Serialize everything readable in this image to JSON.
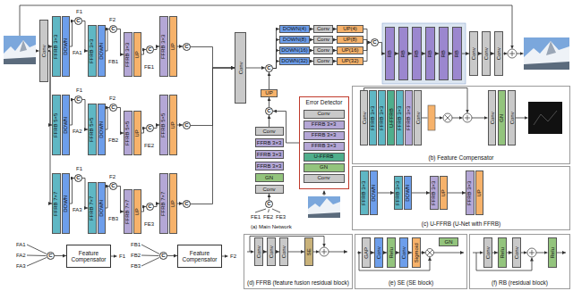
{
  "diagram": {
    "nodes": [
      {
        "text": [
          "Conv"
        ]
      },
      {
        "text": [
          "FFRB 3×3"
        ]
      },
      {
        "text": [
          "DOWN"
        ]
      },
      {
        "text": [
          "C"
        ]
      },
      {
        "text": [
          "FFRB 3×3"
        ]
      },
      {
        "text": [
          "DOWN"
        ]
      },
      {
        "text": [
          "C"
        ]
      },
      {
        "text": [
          "FFRB 3×3"
        ]
      },
      {
        "text": [
          "UP"
        ]
      },
      {
        "text": [
          "C"
        ]
      },
      {
        "text": [
          "FFRB 3×3"
        ]
      },
      {
        "text": [
          "UP"
        ]
      },
      {
        "text": [
          "C"
        ]
      },
      {
        "text": [
          "FFRB 5×5"
        ]
      },
      {
        "text": [
          "DOWN"
        ]
      },
      {
        "text": [
          "C"
        ]
      },
      {
        "text": [
          "FFRB 5×5"
        ]
      },
      {
        "text": [
          "DOWN"
        ]
      },
      {
        "text": [
          "C"
        ]
      },
      {
        "text": [
          "FFRB 5×5"
        ]
      },
      {
        "text": [
          "UP"
        ]
      },
      {
        "text": [
          "C"
        ]
      },
      {
        "text": [
          "FFRB 5×5"
        ]
      },
      {
        "text": [
          "UP"
        ]
      },
      {
        "text": [
          "C"
        ]
      },
      {
        "text": [
          "FFRB 7×7"
        ]
      },
      {
        "text": [
          "DOWN"
        ]
      },
      {
        "text": [
          "C"
        ]
      },
      {
        "text": [
          "FFRB 7×7"
        ]
      },
      {
        "text": [
          "DOWN"
        ]
      },
      {
        "text": [
          "C"
        ]
      },
      {
        "text": [
          "FFRB 7×7"
        ]
      },
      {
        "text": [
          "UP"
        ]
      },
      {
        "text": [
          "C"
        ]
      },
      {
        "text": [
          "FFRB 7×7"
        ]
      },
      {
        "text": [
          "UP"
        ]
      },
      {
        "text": [
          "C"
        ]
      },
      {
        "text": [
          "Conv"
        ]
      },
      {
        "text": [
          "C"
        ]
      },
      {
        "text": [
          "UP"
        ]
      },
      {
        "text": [
          "C"
        ]
      },
      {
        "text": [
          "DOWN(4)"
        ]
      },
      {
        "text": [
          "DOWN(8)"
        ]
      },
      {
        "text": [
          "DOWN(16)"
        ]
      },
      {
        "text": [
          "DOWN(32)"
        ]
      },
      {
        "text": [
          "Conv"
        ]
      },
      {
        "text": [
          "Conv"
        ]
      },
      {
        "text": [
          "Conv"
        ]
      },
      {
        "text": [
          "Conv"
        ]
      },
      {
        "text": [
          "UP(4)"
        ]
      },
      {
        "text": [
          "UP(8)"
        ]
      },
      {
        "text": [
          "UP(16)"
        ]
      },
      {
        "text": [
          "UP(32)"
        ]
      },
      {
        "text": [
          "C"
        ]
      },
      {
        "text": [
          "RB"
        ]
      },
      {
        "text": [
          "RB"
        ]
      },
      {
        "text": [
          "RB"
        ]
      },
      {
        "text": [
          "RB"
        ]
      },
      {
        "text": [
          "RB"
        ]
      },
      {
        "text": [
          "RB"
        ]
      },
      {
        "text": [
          "Conv"
        ]
      },
      {
        "text": [
          "Conv"
        ]
      },
      {
        "text": [
          "Conv"
        ]
      },
      {
        "text": [
          "Conv"
        ]
      },
      {
        "text": [
          "FFRB 3×3"
        ]
      },
      {
        "text": [
          "FFRB 3×3"
        ]
      },
      {
        "text": [
          "FFRB 3×3"
        ]
      },
      {
        "text": [
          "GN"
        ]
      },
      {
        "text": [
          "Conv"
        ]
      },
      {
        "text": [
          "C"
        ]
      },
      {
        "text": [
          "Error Detector"
        ]
      },
      {
        "text": [
          "Conv"
        ],
        "in": 70
      },
      {
        "text": [
          "FFRB 3×3"
        ],
        "in": 70
      },
      {
        "text": [
          "FFRB 3×3"
        ],
        "in": 70
      },
      {
        "text": [
          "FFRB 3×3"
        ],
        "in": 70
      },
      {
        "text": [
          "U-FFRB"
        ],
        "in": 70
      },
      {
        "text": [
          "GN"
        ],
        "in": 70
      },
      {
        "text": [
          "Conv"
        ],
        "in": 70
      },
      {
        "text": [
          "C"
        ]
      },
      {
        "text": [
          "Feature Compensator"
        ]
      },
      {
        "text": [
          "C"
        ]
      },
      {
        "text": [
          "Feature Compensator"
        ]
      },
      {
        "text": [
          "(b) Feature Compensator"
        ]
      },
      {
        "text": [
          "Conv"
        ],
        "in": 82
      },
      {
        "text": [
          "FFRB 3×3"
        ],
        "in": 82
      },
      {
        "text": [
          "FFRB 3×3"
        ],
        "in": 82
      },
      {
        "text": [
          "U-FFRB"
        ],
        "in": 82
      },
      {
        "text": [
          "FFRB 3×3"
        ],
        "in": 82
      },
      {
        "text": [
          "FFRB 3×3"
        ],
        "in": 82
      },
      {
        "text": [
          "Conv"
        ],
        "in": 82
      },
      {
        "text": [
          "Conv"
        ],
        "in": 82
      },
      {
        "text": [
          "GN"
        ],
        "in": 82
      },
      {
        "text": [
          "Conv"
        ],
        "in": 82
      },
      {
        "text": [
          "(c) U-FFRB (U-Net with FFRB)"
        ]
      },
      {
        "text": [
          "FFRB 3×3"
        ],
        "in": 93
      },
      {
        "text": [
          "DOWN"
        ],
        "in": 93
      },
      {
        "text": [
          "FFRB 3×3"
        ],
        "in": 93
      },
      {
        "text": [
          "DOWN"
        ],
        "in": 93
      },
      {
        "text": [
          "FFRB 3×3"
        ],
        "in": 93
      },
      {
        "text": [
          "UP"
        ],
        "in": 93
      },
      {
        "text": [
          "FFRB 3×3"
        ],
        "in": 93
      },
      {
        "text": [
          "UP"
        ],
        "in": 93
      },
      {
        "text": [
          "(d) FFRB (feature fusion residual block)"
        ]
      },
      {
        "text": [
          "Conv"
        ],
        "in": 102
      },
      {
        "text": [
          "Conv"
        ],
        "in": 102
      },
      {
        "text": [
          "Conv"
        ],
        "in": 102
      },
      {
        "text": [
          "SE"
        ],
        "in": 102
      },
      {
        "text": [
          "(e) SE (SE block)"
        ]
      },
      {
        "text": [
          "GAP"
        ],
        "in": 107
      },
      {
        "text": [
          "Conv"
        ],
        "in": 107
      },
      {
        "text": [
          "Relu"
        ],
        "in": 107
      },
      {
        "text": [
          "Conv"
        ],
        "in": 107
      },
      {
        "text": [
          "Sigmoid"
        ],
        "in": 107
      },
      {
        "text": [
          "GN"
        ],
        "in": 107
      },
      {
        "text": [
          "(f) RB (residual block)"
        ]
      },
      {
        "text": [
          "Conv"
        ],
        "in": 114
      },
      {
        "text": [
          "Relu"
        ],
        "in": 114
      },
      {
        "text": [
          "Conv"
        ],
        "in": 114
      },
      {
        "text": [
          "Relu"
        ],
        "in": 114
      }
    ],
    "edges": [
      {
        "from": 0,
        "to": 1,
        "arrow": "to"
      },
      {
        "from": 2,
        "to": 3,
        "arrow": "to"
      },
      {
        "from": 3,
        "to": 4,
        "arrow": "to"
      },
      {
        "from": 5,
        "to": 6,
        "arrow": "to"
      },
      {
        "from": 6,
        "to": 7,
        "arrow": "to"
      },
      {
        "from": 8,
        "to": 9,
        "arrow": "to"
      },
      {
        "from": 9,
        "to": 10,
        "arrow": "to"
      },
      {
        "from": 11,
        "to": 12,
        "arrow": "to"
      },
      {
        "from": 12,
        "to": 37,
        "arrow": "to"
      },
      {
        "from": 0,
        "to": 13,
        "arrow": "to"
      },
      {
        "from": 14,
        "to": 15,
        "arrow": "to"
      },
      {
        "from": 15,
        "to": 16,
        "arrow": "to"
      },
      {
        "from": 17,
        "to": 18,
        "arrow": "to"
      },
      {
        "from": 18,
        "to": 19,
        "arrow": "to"
      },
      {
        "from": 20,
        "to": 21,
        "arrow": "to"
      },
      {
        "from": 21,
        "to": 22,
        "arrow": "to"
      },
      {
        "from": 23,
        "to": 24,
        "arrow": "to"
      },
      {
        "from": 24,
        "to": 37,
        "arrow": "to"
      },
      {
        "from": 0,
        "to": 25,
        "arrow": "to"
      },
      {
        "from": 26,
        "to": 27,
        "arrow": "to"
      },
      {
        "from": 27,
        "to": 28,
        "arrow": "to"
      },
      {
        "from": 29,
        "to": 30,
        "arrow": "to"
      },
      {
        "from": 30,
        "to": 31,
        "arrow": "to"
      },
      {
        "from": 32,
        "to": 33,
        "arrow": "to"
      },
      {
        "from": 33,
        "to": 34,
        "arrow": "to"
      },
      {
        "from": 35,
        "to": 36,
        "arrow": "to"
      },
      {
        "from": 36,
        "to": 37,
        "arrow": "to"
      },
      {
        "from": 37,
        "to": 38,
        "arrow": "to"
      },
      {
        "from": 38,
        "to": 41,
        "arrow": "to"
      },
      {
        "from": 38,
        "to": 42,
        "arrow": "to"
      },
      {
        "from": 38,
        "to": 43,
        "arrow": "to"
      },
      {
        "from": 38,
        "to": 44,
        "arrow": "to"
      },
      {
        "from": 41,
        "to": 45,
        "arrow": "to"
      },
      {
        "from": 42,
        "to": 46,
        "arrow": "to"
      },
      {
        "from": 43,
        "to": 47,
        "arrow": "to"
      },
      {
        "from": 44,
        "to": 48,
        "arrow": "to"
      },
      {
        "from": 45,
        "to": 49,
        "arrow": "to"
      },
      {
        "from": 46,
        "to": 50,
        "arrow": "to"
      },
      {
        "from": 47,
        "to": 51,
        "arrow": "to"
      },
      {
        "from": 48,
        "to": 52,
        "arrow": "to"
      },
      {
        "from": 49,
        "to": 53,
        "arrow": "to"
      },
      {
        "from": 50,
        "to": 53,
        "arrow": "to"
      },
      {
        "from": 51,
        "to": 53,
        "arrow": "to"
      },
      {
        "from": 52,
        "to": 53,
        "arrow": "to"
      },
      {
        "from": 53,
        "to": 54,
        "arrow": "to"
      },
      {
        "from": 54,
        "to": 55,
        "arrow": "to"
      },
      {
        "from": 55,
        "to": 56,
        "arrow": "to"
      },
      {
        "from": 56,
        "to": 57,
        "arrow": "to"
      },
      {
        "from": 57,
        "to": 58,
        "arrow": "to"
      },
      {
        "from": 58,
        "to": 59,
        "arrow": "to"
      },
      {
        "from": 59,
        "to": 60,
        "arrow": "to"
      },
      {
        "from": 60,
        "to": 61,
        "arrow": "to"
      },
      {
        "from": 61,
        "to": 62,
        "arrow": "to"
      },
      {
        "from": 40,
        "to": 39,
        "arrow": "to"
      },
      {
        "from": 39,
        "to": 38,
        "arrow": "to"
      },
      {
        "from": 63,
        "to": 40,
        "arrow": "to"
      },
      {
        "from": 70,
        "to": 40,
        "arrow": "to"
      },
      {
        "from": 69,
        "to": 68,
        "arrow": "to"
      },
      {
        "from": 78,
        "to": 79,
        "arrow": "to"
      },
      {
        "from": 80,
        "to": 81,
        "arrow": "to"
      },
      {
        "from": 95,
        "to": 96,
        "arrow": "to"
      },
      {
        "from": 97,
        "to": 98,
        "arrow": "to"
      },
      {
        "from": 99,
        "to": 100,
        "arrow": "to"
      },
      {
        "from": 103,
        "to": 104,
        "arrow": "to"
      },
      {
        "from": 104,
        "to": 105,
        "arrow": "to"
      },
      {
        "from": 105,
        "to": 106,
        "arrow": "to"
      },
      {
        "from": 108,
        "to": 109,
        "arrow": "to"
      },
      {
        "from": 109,
        "to": 110,
        "arrow": "to"
      },
      {
        "from": 110,
        "to": 111,
        "arrow": "to"
      },
      {
        "from": 111,
        "to": 112,
        "arrow": "to"
      },
      {
        "from": 115,
        "to": 116,
        "arrow": "to"
      },
      {
        "from": 116,
        "to": 117,
        "arrow": "to"
      }
    ],
    "labels": [
      "F1",
      "FA1",
      "F2",
      "FB1",
      "FE1",
      "F1",
      "FA2",
      "F2",
      "FB2",
      "FE2",
      "F1",
      "FA3",
      "F2",
      "FB3",
      "FE3",
      "FA1",
      "FA2",
      "FA3",
      "F1",
      "FB1",
      "FB2",
      "FB3",
      "F2",
      "FE1",
      "FE2",
      "FE3",
      "(a) Main Network"
    ]
  }
}
